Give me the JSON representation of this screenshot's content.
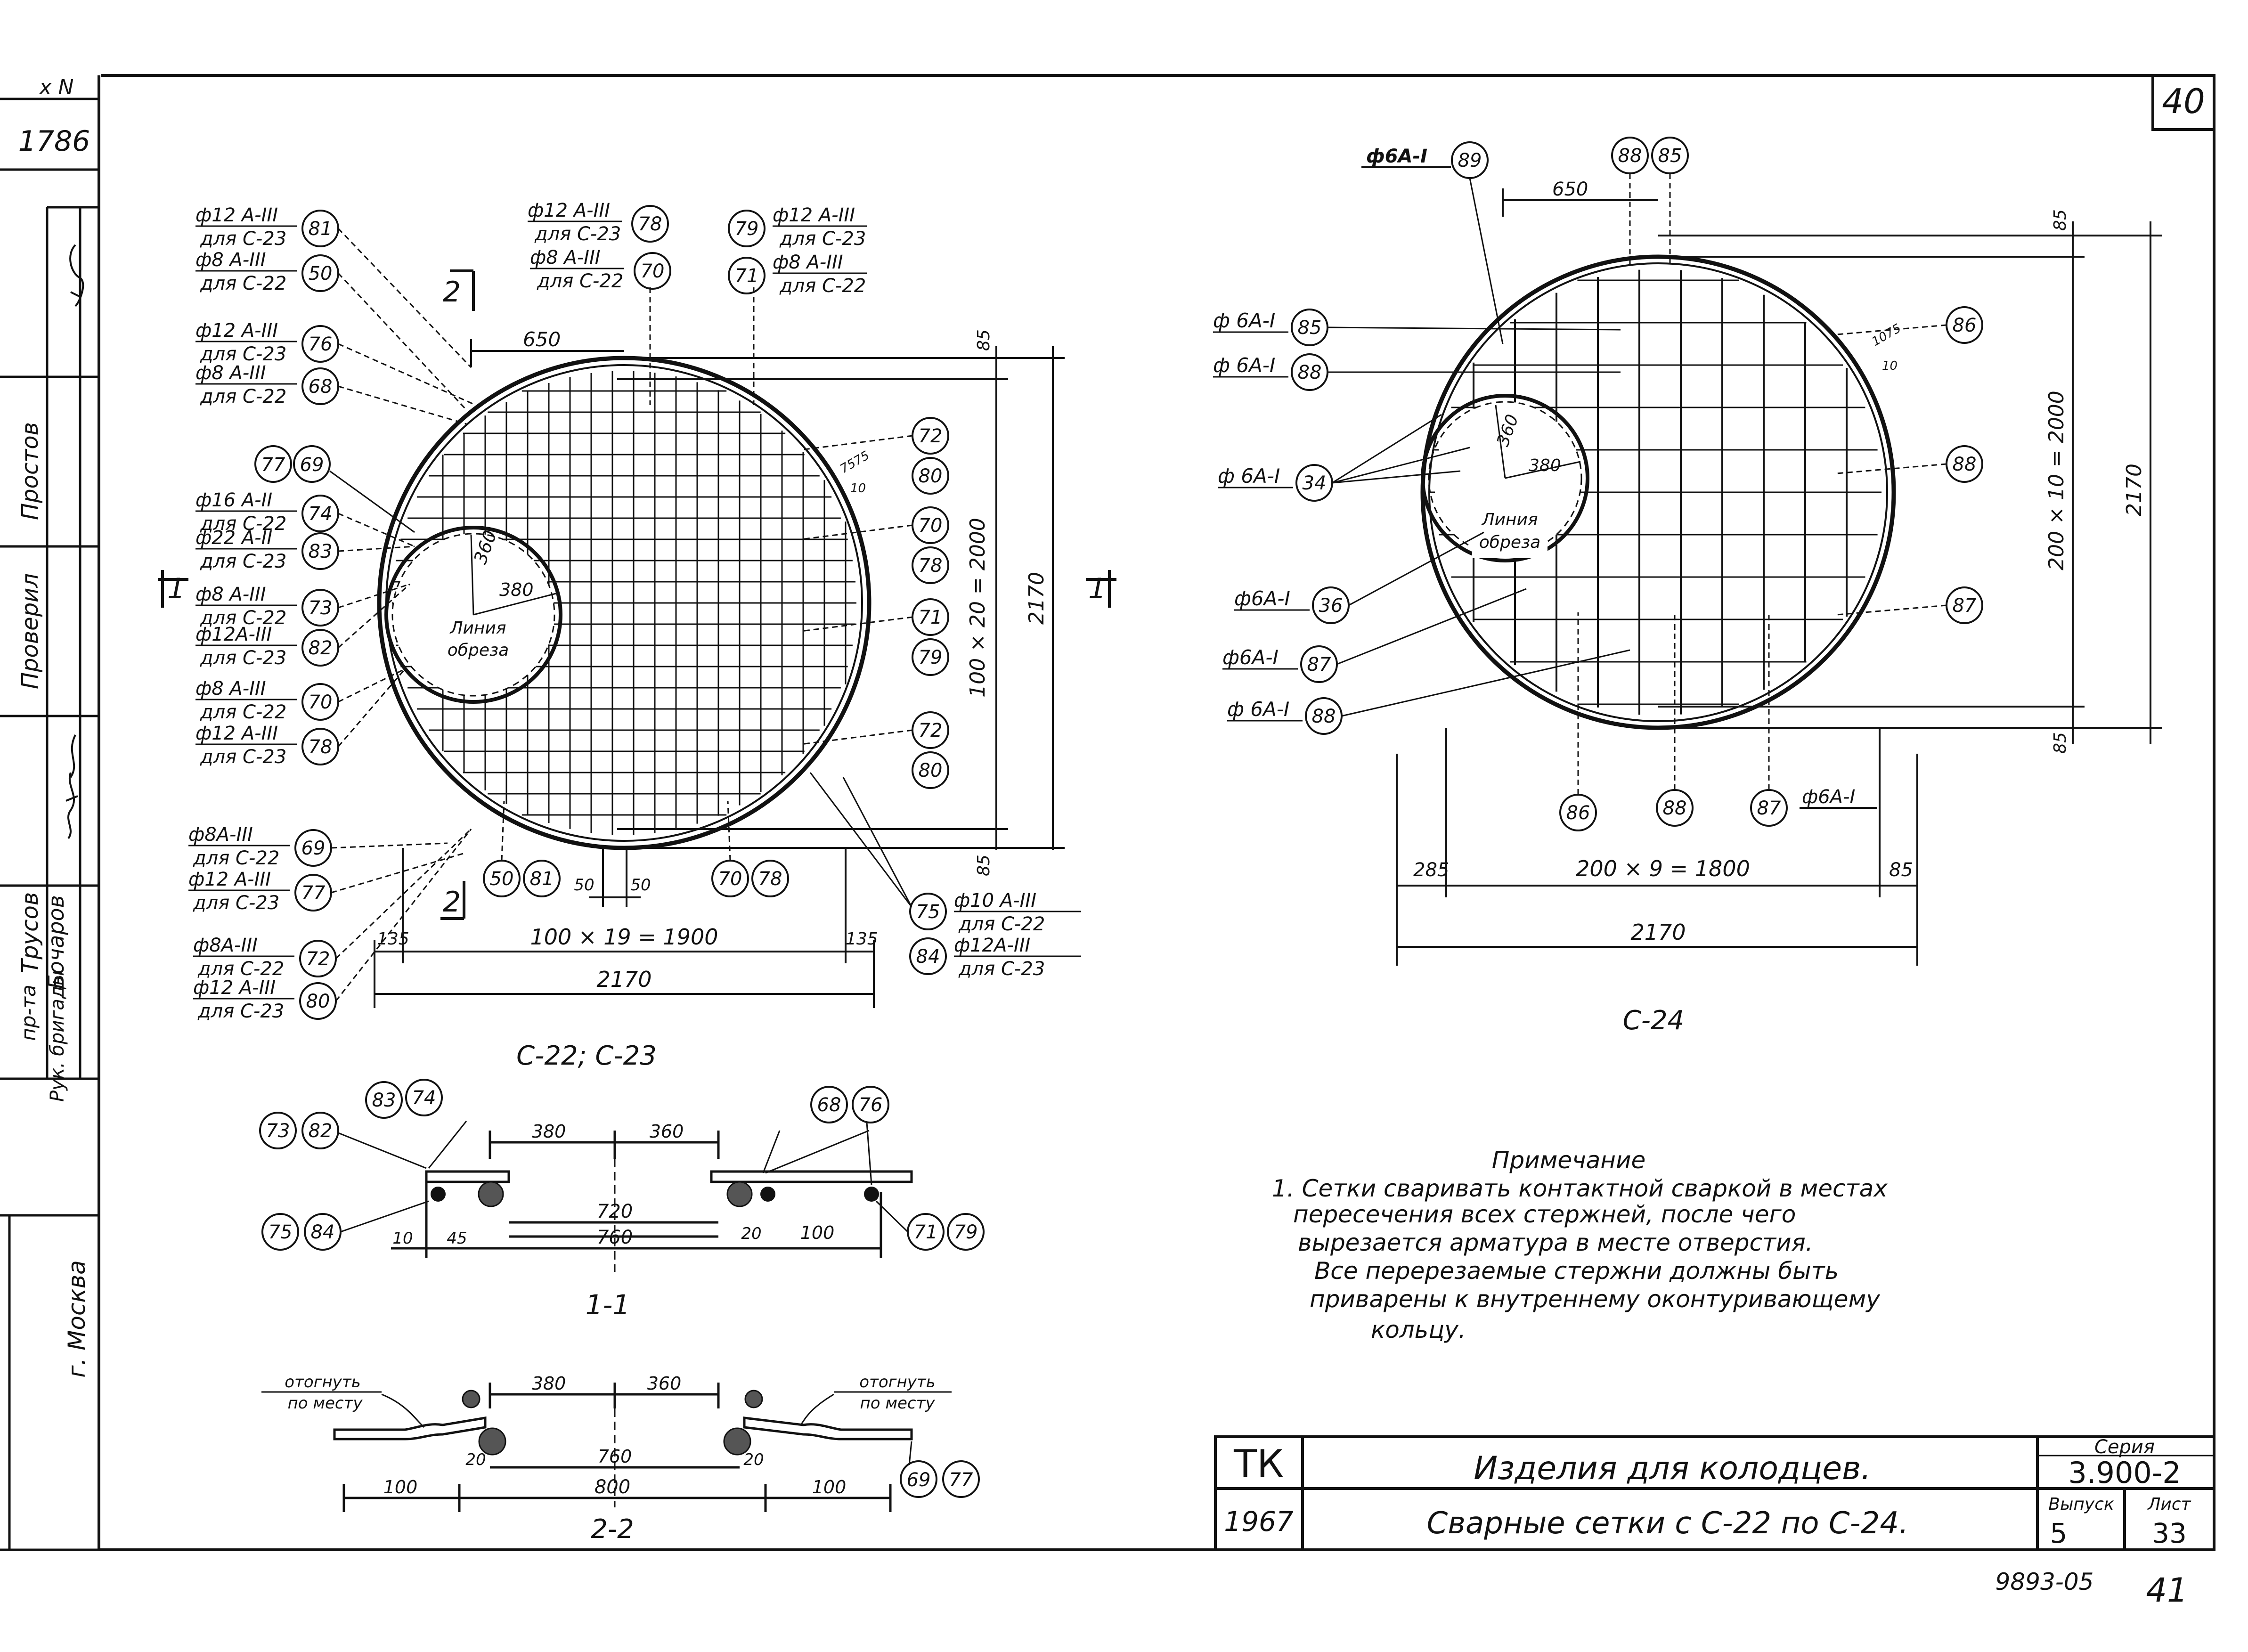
{
  "sheet": {
    "page_number": "40",
    "top_left_fragment": "х N",
    "archive_number": "1786",
    "bottom_number": "9893-05",
    "bottom_handwritten": "41"
  },
  "side_stamp": {
    "rows": [
      "Простов",
      "Проверил",
      "пр-та",
      "Трусов",
      "Бочаров",
      "Рук. бригады",
      "г. Москва"
    ]
  },
  "title_block": {
    "org": "ТК",
    "year": "1967",
    "title": "Изделия для колодцев.",
    "subtitle": "Сварные сетки с С-22 по С-24.",
    "series_label": "Серия",
    "series_value": "3.900-2",
    "issue_label": "Выпуск",
    "issue_value": "5",
    "sheet_label": "Лист",
    "sheet_value": "33"
  },
  "views": {
    "c22_caption": "С-22; С-23",
    "c24_caption": "С-24",
    "section11_caption": "1-1",
    "section22_caption": "2-2"
  },
  "c22": {
    "section_mark_1": "1",
    "section_mark_2": "2",
    "dim_top_650": "650",
    "dim_85_top": "85",
    "dim_85_bottom": "85",
    "dim_vertical_grid": "100 × 20 = 2000",
    "dim_vertical_total": "2170",
    "dim_bottom_135_left": "135",
    "dim_bottom_135_right": "135",
    "dim_bottom_grid": "100 × 19 = 1900",
    "dim_bottom_total": "2170",
    "dim_50_a": "50",
    "dim_50_b": "50",
    "hole_r1": "360",
    "hole_r2": "380",
    "hole_label_1": "Линия",
    "hole_label_2": "обреза",
    "corner_note_1": "7575",
    "corner_note_2": "10"
  },
  "c22_labels_left": [
    {
      "text1": "ф12 А-III",
      "text2": "для С-23",
      "n": "81"
    },
    {
      "text1": "ф8 А-III",
      "text2": "для С-22",
      "n": "50"
    },
    {
      "text1": "ф12 А-III",
      "text2": "для С-23",
      "n": "76"
    },
    {
      "text1": "ф8 А-III",
      "text2": "для С-22",
      "n": "68"
    },
    {
      "text1": "ф16 А-II",
      "text2": "для С-22",
      "n": "74"
    },
    {
      "text1": "ф22 А-II",
      "text2": "для С-23",
      "n": "83"
    },
    {
      "text1": "ф8 А-III",
      "text2": "для С-22",
      "n": "73"
    },
    {
      "text1": "ф12А-III",
      "text2": "для С-23",
      "n": "82"
    },
    {
      "text1": "ф8 А-III",
      "text2": "для С-22",
      "n": "70"
    },
    {
      "text1": "ф12 А-III",
      "text2": "для С-23",
      "n": "78"
    },
    {
      "text1": "ф8А-III",
      "text2": "для С-22",
      "n": "69"
    },
    {
      "text1": "ф12 А-III",
      "text2": "для С-23",
      "n": "77"
    },
    {
      "text1": "ф8А-III",
      "text2": "для С-22",
      "n": "72"
    },
    {
      "text1": "ф12 А-III",
      "text2": "для С-23",
      "n": "80"
    }
  ],
  "c22_labels_top": [
    {
      "text1": "ф12 А-III",
      "text2": "для С-23",
      "n": "78"
    },
    {
      "text1": "ф8 А-III",
      "text2": "для С-22",
      "n": "70"
    },
    {
      "text1": "ф12 А-III",
      "text2": "для С-23",
      "n": "79"
    },
    {
      "text1": "ф8 А-III",
      "text2": "для С-22",
      "n": "71"
    }
  ],
  "c22_pair_left": {
    "a": "77",
    "b": "69"
  },
  "c22_right_numbers": [
    "72",
    "80",
    "70",
    "78",
    "71",
    "79",
    "72",
    "80"
  ],
  "c22_bottom_numbers": [
    "50",
    "81",
    "70",
    "78"
  ],
  "c22_labels_br": [
    {
      "text1": "ф10 А-III",
      "text2": "для С-22",
      "n": "75"
    },
    {
      "text1": "ф12А-III",
      "text2": "для С-23",
      "n": "84"
    }
  ],
  "c24": {
    "top_label": "ф6А-I",
    "top_nums": [
      "89",
      "88",
      "85"
    ],
    "dim_top_650": "650",
    "dim_85_top": "85",
    "dim_85_bottom": "85",
    "dim_vertical_grid": "200 × 10 = 2000",
    "dim_vertical_total": "2170",
    "dim_bottom_285": "285",
    "dim_bottom_grid": "200 × 9 = 1800",
    "dim_bottom_85": "85",
    "dim_bottom_total": "2170",
    "hole_r1": "360",
    "hole_r2": "380",
    "hole_label_1": "Линия",
    "hole_label_2": "обреза",
    "corner_note_1": "1075",
    "corner_note_2": "10",
    "bottom_nums": [
      "86",
      "88",
      "87"
    ],
    "bottom_label": "ф6А-I",
    "right_nums": [
      "86",
      "88",
      "87"
    ]
  },
  "c24_labels_left": [
    {
      "text": "ф 6А-I",
      "n": "85"
    },
    {
      "text": "ф 6А-I",
      "n": "88"
    },
    {
      "text": "ф 6А-I",
      "n": "34"
    },
    {
      "text": "ф6А-I",
      "n": "36"
    },
    {
      "text": "ф6А-I",
      "n": "87"
    },
    {
      "text": "ф 6А-I",
      "n": "88"
    }
  ],
  "section11": {
    "nums_left_top": [
      "83",
      "74"
    ],
    "nums_left_mid": [
      "73",
      "82"
    ],
    "nums_left_bot": [
      "75",
      "84"
    ],
    "nums_right_top": [
      "68",
      "76"
    ],
    "nums_right_bot": [
      "71",
      "79"
    ],
    "dim_380": "380",
    "dim_360": "360",
    "dim_720": "720",
    "dim_760": "760",
    "dim_10": "10",
    "dim_45": "45",
    "dim_20": "20",
    "dim_100": "100"
  },
  "section22": {
    "bend_label_1": "отогнуть",
    "bend_label_2": "по месту",
    "dim_380": "380",
    "dim_360": "360",
    "dim_760": "760",
    "dim_20_a": "20",
    "dim_20_b": "20",
    "dim_100_a": "100",
    "dim_800": "800",
    "dim_100_b": "100",
    "nums": [
      "69",
      "77"
    ]
  },
  "note": {
    "heading": "Примечание",
    "lines": [
      "1. Сетки сваривать контактной сваркой в местах",
      "пересечения всех стержней, после чего",
      "вырезается арматура в месте отверстия.",
      "Все перерезаемые стержни должны быть",
      "приварены к внутреннему оконтуривающему",
      "кольцу."
    ]
  }
}
